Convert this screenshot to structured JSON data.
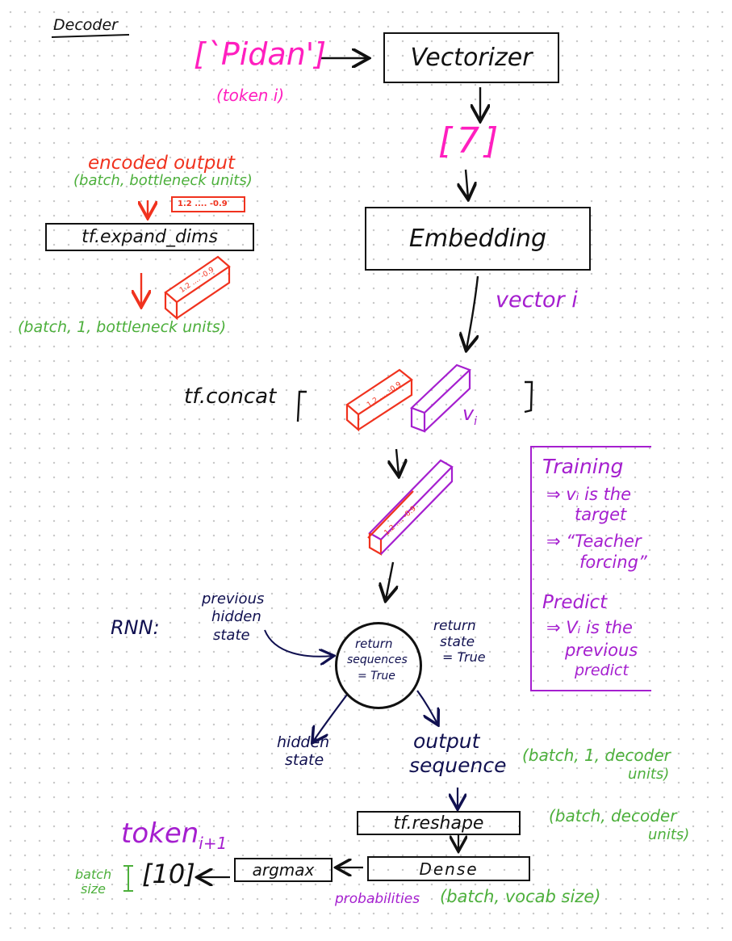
{
  "title": "Decoder",
  "input": {
    "token_text": "[`Pidan']",
    "token_sub": "(token i)"
  },
  "vectorizer": {
    "label": "Vectorizer"
  },
  "token_id": "[7]",
  "embedding": {
    "label": "Embedding",
    "out_label": "vector i"
  },
  "encoded": {
    "label": "encoded output",
    "shape": "(batch, bottleneck units)",
    "vec_text": "1.2 .... -0.9",
    "expand_label": "tf.expand_dims",
    "expanded_shape": "(batch, 1, bottleneck units)"
  },
  "concat": {
    "label": "tf.concat",
    "vi": "v",
    "vi_sub": "i"
  },
  "sidebox": {
    "training_title": "Training",
    "training_1": "⇒ vᵢ is the",
    "training_1b": "target",
    "training_2": "⇒ “Teacher",
    "training_2b": "forcing”",
    "predict_title": "Predict",
    "predict_1": "⇒ Vᵢ is the",
    "predict_1b": "previous",
    "predict_1c": "predict"
  },
  "rnn": {
    "label": "RNN:",
    "prev_hidden": [
      "previous",
      "hidden",
      "state"
    ],
    "inside": [
      "return",
      "sequences",
      "= True"
    ],
    "return_state": [
      "return",
      "state",
      "= True"
    ],
    "hidden_state": [
      "hidden",
      "state"
    ],
    "output_sequence": [
      "output",
      "sequence"
    ],
    "output_shape": [
      "(batch, 1, decoder",
      "units)"
    ]
  },
  "reshape": {
    "label": "tf.reshape",
    "shape": [
      "(batch, decoder",
      "units)"
    ]
  },
  "token_next": {
    "text": "token",
    "sub": "i+1"
  },
  "dense": {
    "label": "Dense",
    "probs": "probabilities",
    "shape": "(batch, vocab size)"
  },
  "argmax": {
    "label": "argmax"
  },
  "output": {
    "batch": [
      "batch",
      "size"
    ],
    "value": "[10]"
  },
  "colors": {
    "magenta": "#ff1fbf",
    "red": "#f0321e",
    "green": "#4caf3b",
    "purple": "#a51fcf",
    "navy": "#101050"
  }
}
